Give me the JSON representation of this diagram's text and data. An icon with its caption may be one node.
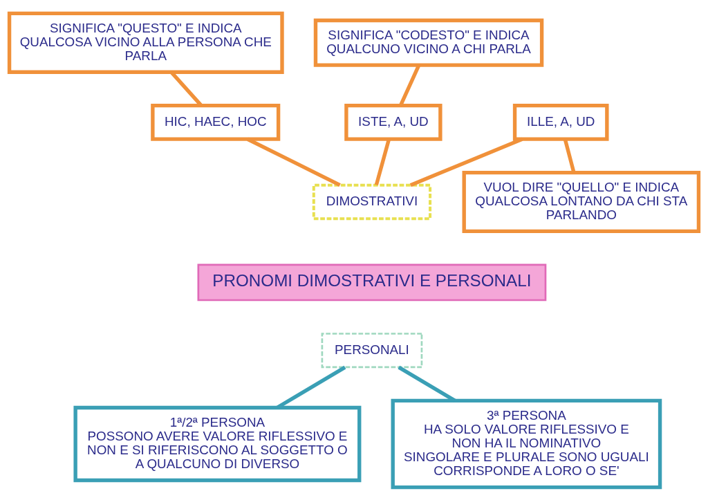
{
  "diagram": {
    "nodes": [
      {
        "text": [
          "SIGNIFICA \"QUESTO\" E INDICA QUALCOSA VICINO ALLA PERSONA CHE PARLA"
        ]
      },
      {
        "text": [
          "HIC, HAEC, HOC"
        ]
      },
      {
        "text": [
          "SIGNIFICA \"CODESTO\" E INDICA QUALCUNO VICINO A CHI PARLA"
        ]
      },
      {
        "text": [
          "ISTE, A, UD"
        ]
      },
      {
        "text": [
          "ILLE, A, UD"
        ]
      },
      {
        "text": [
          "VUOL DIRE \"QUELLO\" E INDICA QUALCOSA LONTANO DA CHI STA PARLANDO"
        ]
      },
      {
        "text": [
          "DIMOSTRATIVI"
        ]
      },
      {
        "text": [
          "PRONOMI DIMOSTRATIVI E PERSONALI"
        ]
      },
      {
        "text": [
          "PERSONALI"
        ]
      },
      {
        "text": [
          "1ª/2ª PERSONA",
          "POSSONO AVERE VALORE RIFLESSIVO E NON E SI RIFERISCONO AL SOGGETTO O A QUALCUNO DI DIVERSO"
        ]
      },
      {
        "text": [
          "3ª PERSONA",
          "HA SOLO VALORE RIFLESSIVO E",
          "NON HA IL NOMINATIVO",
          "SINGOLARE E PLURALE SONO UGUALI CORRISPONDE A LORO O SE'"
        ]
      }
    ],
    "edges": [
      {
        "from": 0,
        "to": 1,
        "arrow": "none"
      },
      {
        "from": 1,
        "to": 6,
        "arrow": "none"
      },
      {
        "from": 2,
        "to": 3,
        "arrow": "none"
      },
      {
        "from": 3,
        "to": 6,
        "arrow": "none"
      },
      {
        "from": 4,
        "to": 5,
        "arrow": "none"
      },
      {
        "from": 4,
        "to": 6,
        "arrow": "none"
      },
      {
        "from": 8,
        "to": 9,
        "arrow": "none",
        "color": "#3a9fb5"
      },
      {
        "from": 8,
        "to": 10,
        "arrow": "none",
        "color": "#3a9fb5"
      }
    ]
  }
}
